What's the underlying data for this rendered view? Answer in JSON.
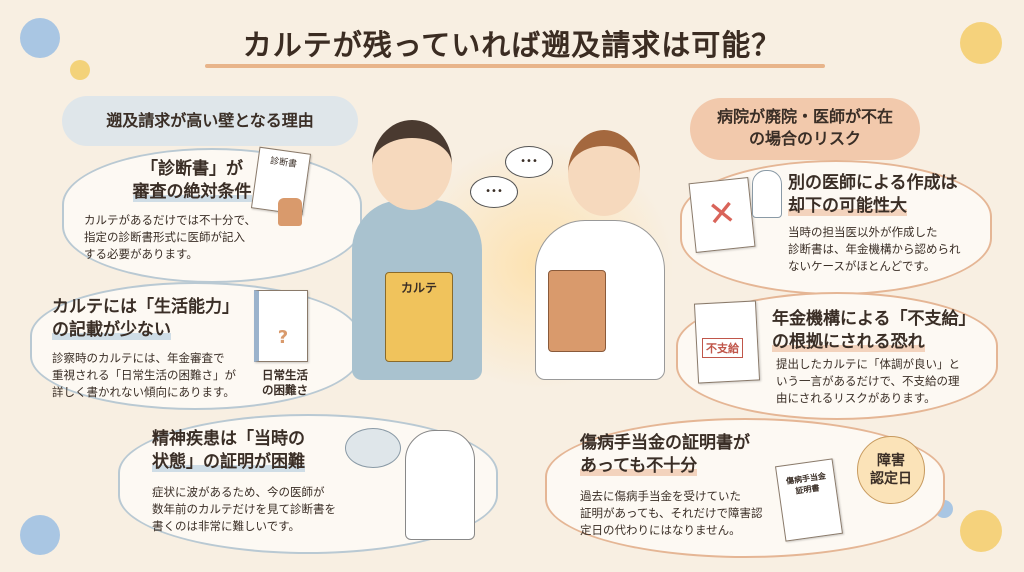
{
  "title": "カルテが残っていれば遡及請求は可能？",
  "left": {
    "header": "遡及請求が高い壁となる理由",
    "items": [
      {
        "heading_1": "「診断書」が",
        "heading_2": "審査の絶対条件",
        "body": [
          "カルテがあるだけでは不十分で、",
          "指定の診断書形式に医師が記入",
          "する必要があります。"
        ],
        "doc_label": "診断書"
      },
      {
        "heading_1": "カルテには「生活能力」",
        "heading_2": "の記載が少ない",
        "body": [
          "診察時のカルテには、年金審査で",
          "重視される「日常生活の困難さ」が",
          "詳しく書かれない傾向にあります。"
        ],
        "caption_1": "日常生活",
        "caption_2": "の困難さ",
        "doc_mark": "?"
      },
      {
        "heading_1": "精神疾患は「当時の",
        "heading_2": "状態」の証明が困難",
        "body": [
          "症状に波があるため、今の医師が",
          "数年前のカルテだけを見て診断書を",
          "書くのは非常に難しいです。"
        ]
      }
    ]
  },
  "right": {
    "header_1": "病院が廃院・医師が不在",
    "header_2": "の場合のリスク",
    "items": [
      {
        "heading_1": "別の医師による作成は",
        "heading_2": "却下の可能性大",
        "body": [
          "当時の担当医以外が作成した",
          "診断書は、年金機構から認められ",
          "ないケースがほとんどです。"
        ]
      },
      {
        "heading_1": "年金機構による「不支給」",
        "heading_2": "の根拠にされる恐れ",
        "body": [
          "提出したカルテに「体調が良い」と",
          "いう一言があるだけで、不支給の理",
          "由にされるリスクがあります。"
        ],
        "stamp": "不支給"
      },
      {
        "heading_1": "傷病手当金の証明書が",
        "heading_2": "あっても不十分",
        "body": [
          "過去に傷病手当金を受けていた",
          "証明があっても、それだけで障害認",
          "定日の代わりにはなりません。"
        ],
        "doc_label_1": "傷病手当金",
        "doc_label_2": "証明書",
        "badge_1": "障害",
        "badge_2": "認定日"
      }
    ]
  },
  "center": {
    "notebook_label": "カルテ",
    "speech_dots": "•••"
  },
  "colors": {
    "background": "#f8efe2",
    "left_accent": "#b9c9d3",
    "right_accent": "#e5b695",
    "title_underline": "#e8b48a"
  }
}
